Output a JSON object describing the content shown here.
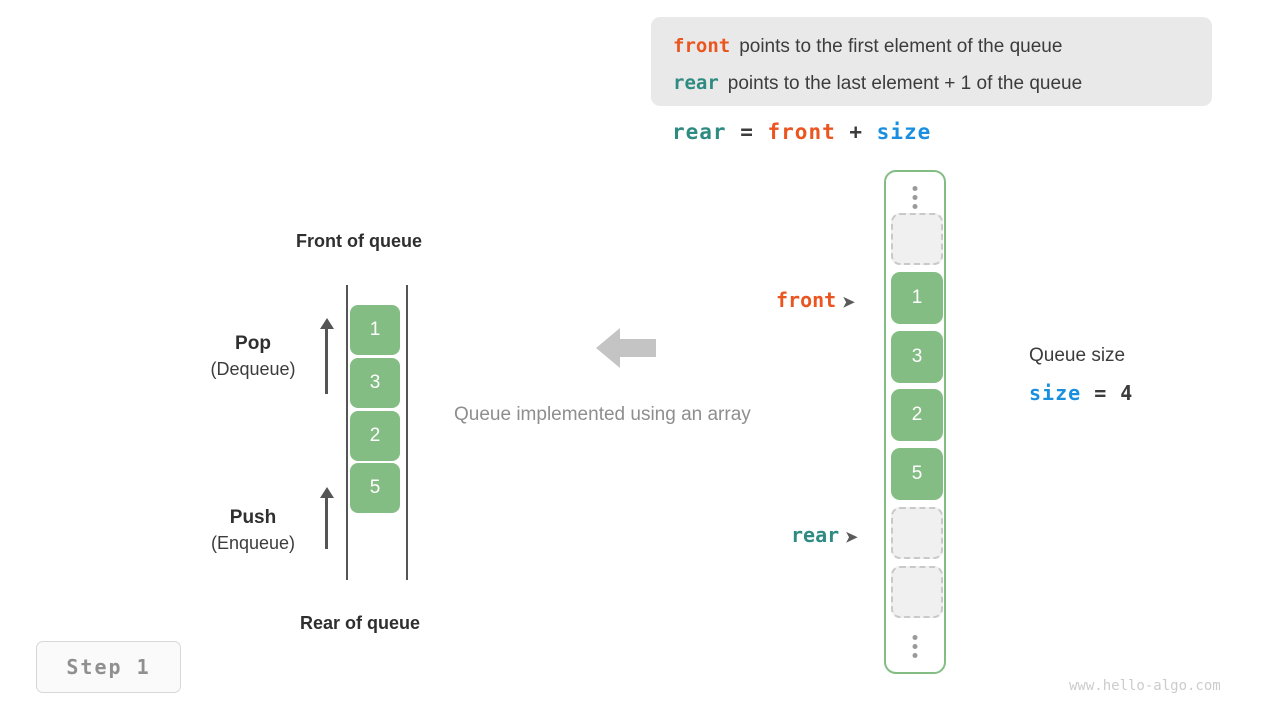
{
  "info_box": {
    "line1": {
      "keyword": "front",
      "text": "points to the first element of the queue"
    },
    "line2": {
      "keyword": "rear",
      "text": "points to the last element + 1 of the queue"
    }
  },
  "formula": {
    "lhs": "rear",
    "eq": " = ",
    "rhs1": "front",
    "plus": " + ",
    "rhs2": "size"
  },
  "left_queue": {
    "top_label": "Front of queue",
    "bottom_label": "Rear of queue",
    "pop": {
      "name": "Pop",
      "alt": "(Dequeue)"
    },
    "push": {
      "name": "Push",
      "alt": "(Enqueue)"
    },
    "cells": [
      "1",
      "3",
      "2",
      "5"
    ]
  },
  "center": {
    "caption": "Queue implemented using an array",
    "arrow_icon": "left-arrow-icon"
  },
  "array": {
    "cells": [
      {
        "type": "empty",
        "value": ""
      },
      {
        "type": "filled",
        "value": "1"
      },
      {
        "type": "filled",
        "value": "3"
      },
      {
        "type": "filled",
        "value": "2"
      },
      {
        "type": "filled",
        "value": "5"
      },
      {
        "type": "empty",
        "value": ""
      },
      {
        "type": "empty",
        "value": ""
      }
    ],
    "pointers": {
      "front": {
        "label": "front",
        "tip": "➤"
      },
      "rear": {
        "label": "rear",
        "tip": "➤"
      }
    }
  },
  "size_block": {
    "title": "Queue size",
    "var": "size",
    "eq": " = ",
    "value": "4"
  },
  "step_badge": "Step 1",
  "watermark": "www.hello-algo.com",
  "colors": {
    "front": "#ea5520",
    "rear": "#2e8b82",
    "size": "#1a8fe0",
    "cell_fill": "#84bd84",
    "empty_fill": "#f0f0f0",
    "empty_border": "#c9c9c9",
    "container_border": "#84bd84",
    "info_bg": "#e9e9e9",
    "muted_text": "#8e8e8e",
    "watermark": "#cccccc"
  }
}
